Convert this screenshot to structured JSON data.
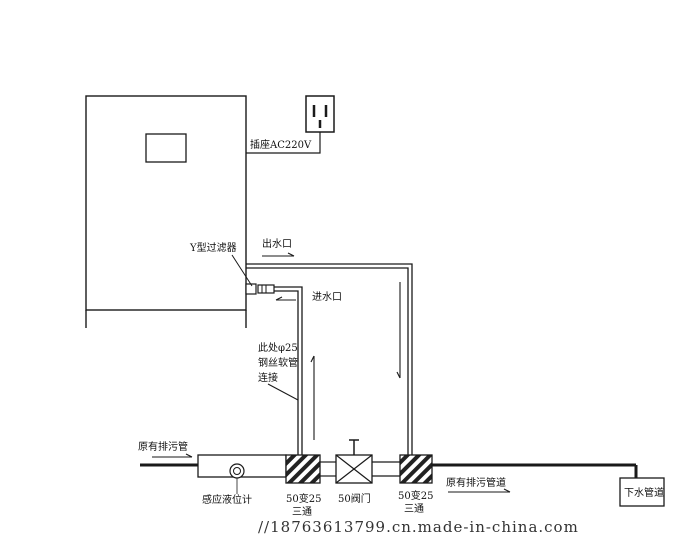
{
  "labels": {
    "socket": "插座AC220V",
    "y_filter": "Y型过滤器",
    "water_outlet": "出水口",
    "water_inlet": "进水口",
    "hose_line1": "此处φ25",
    "hose_line2": "钢丝软管",
    "hose_line3": "连接",
    "existing_drain_pipe": "原有排污管",
    "level_meter": "感应液位计",
    "tee_left_line1": "50变25",
    "tee_left_line2": "三通",
    "valve": "50阀门",
    "tee_right_line1": "50变25",
    "tee_right_line2": "三通",
    "existing_drain_duct": "原有排污管道",
    "sewer_pipe": "下水管道"
  },
  "watermark": "//18763613799.cn.made-in-china.com",
  "colors": {
    "line": "#1a1a1a",
    "hatch": "#222222",
    "background": "#ffffff"
  }
}
